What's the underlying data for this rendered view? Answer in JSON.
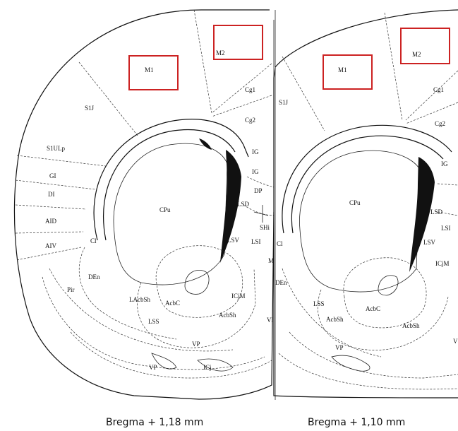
{
  "colors": {
    "roi_box": "#cc2222",
    "outline": "#111111",
    "fill_dark": "#111111"
  },
  "left_section": {
    "labels": {
      "m1": "M1",
      "m2": "M2",
      "cg1": "Cg1",
      "cg2": "Cg2",
      "s1j": "S1J",
      "s1ulp": "S1ULp",
      "gi": "GI",
      "di": "DI",
      "aid": "AID",
      "aiv": "AIV",
      "ig1": "IG",
      "ig2": "IG",
      "dp": "DP",
      "lsd": "LSD",
      "shi": "SHi",
      "lsv": "LSV",
      "lsi": "LSI",
      "cpu": "CPu",
      "cl": "Cl",
      "den": "DEn",
      "pir": "Pir",
      "lacbsh": "LAcbSh",
      "lss": "LSS",
      "acbc": "AcbC",
      "icjm": "ICjM",
      "acbsh": "AcbSh",
      "vp1": "VP",
      "vp2": "VP",
      "icj": "ICj",
      "m_partial": "M",
      "vl_partial": "Vl"
    },
    "caption": "Bregma + 1,18 mm"
  },
  "right_section": {
    "labels": {
      "m1": "M1",
      "m2": "M2",
      "cg1": "Cg1",
      "cg2": "Cg2",
      "s1j": "S1J",
      "ig": "IG",
      "lsd": "LSD",
      "lsi": "LSI",
      "lsv": "LSV",
      "cpu": "CPu",
      "cl": "Cl",
      "den": "DEn",
      "lss": "LSS",
      "acbsh1": "AcbSh",
      "acbc": "AcbC",
      "acbsh2": "AcbSh",
      "icjm": "ICjM",
      "vp": "VP",
      "v_partial": "V"
    },
    "caption": "Bregma + 1,10 mm"
  }
}
